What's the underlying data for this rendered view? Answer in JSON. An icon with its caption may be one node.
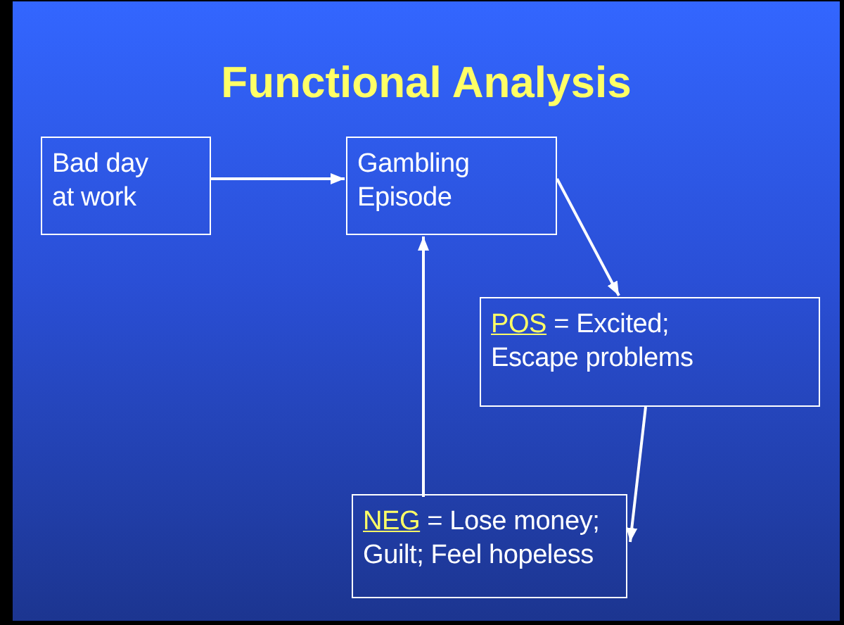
{
  "diagram": {
    "title": "Functional Analysis",
    "nodes": [
      {
        "text": [
          "Bad day at work"
        ]
      },
      {
        "text": [
          "Gambling Episode"
        ]
      },
      {
        "text": [
          "POS",
          "= Excited; Escape problems"
        ]
      },
      {
        "text": [
          "NEG",
          "= Lose money; Guilt; Feel hopeless"
        ]
      }
    ],
    "edges": [
      {
        "from": 0,
        "to": 1,
        "arrow": "to"
      },
      {
        "from": 1,
        "to": 2,
        "arrow": "to"
      },
      {
        "from": 2,
        "to": 3,
        "arrow": "to"
      },
      {
        "from": 3,
        "to": 1,
        "arrow": "to"
      }
    ]
  }
}
